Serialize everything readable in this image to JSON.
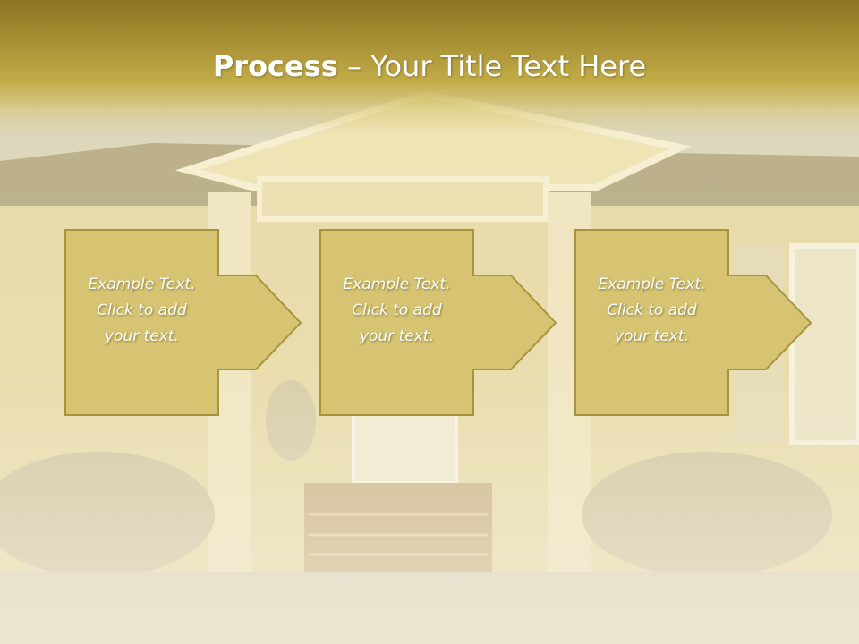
{
  "title": {
    "bold": "Process",
    "rest": " – Your Title Text Here"
  },
  "steps": [
    {
      "text": "Example Text.\nClick  to add\nyour text."
    },
    {
      "text": "Example Text.\nClick  to add\nyour text."
    },
    {
      "text": "Example Text.\nClick  to add\nyour text."
    }
  ],
  "colors": {
    "box_fill": "#d6c472",
    "box_border": "#a8943c",
    "title_band": "#a58f34"
  }
}
